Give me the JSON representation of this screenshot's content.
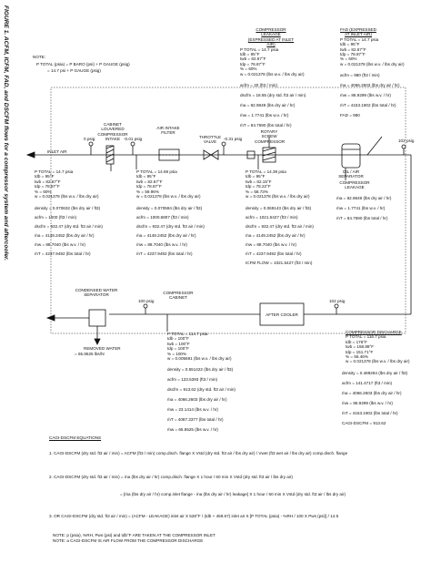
{
  "figure_title": "FIGURE 1. ACFM, ICFM, FAD, and DSCFM flows for a compressor system and aftercooler.",
  "note": {
    "label": "NOTE:",
    "line1": "P TOTAL (psia) = P BARO (psi) + P GAUGE (psig)",
    "line2": "= 14.7 psi + P GAUGE (psig)"
  },
  "components": {
    "cabinet_intake": "CABINET LOUVERED COMPRESSOR INTAKE",
    "air_intake_filter": "AIR INTAKE FILTER",
    "throttle_valve": "THROTTLE VALVE",
    "rotary_compressor": "ROTARY SCREW COMPRESSOR",
    "oil_separator": "OIL / AIR SEPARATOR",
    "inlet_air": "INLET AIR",
    "after_cooler": "AFTER COOLER",
    "compressor_cabinet": "COMPRESSOR CABINET",
    "water_separator": "CONDENSED WATER SEPARATOR",
    "removed_water": "REMOVED WATER",
    "removed_water_value": "= 65.8525 lbs/hr"
  },
  "pressures": {
    "p0": "0 psig",
    "p1": "-0.01 psig",
    "p2": "-0.31 psig",
    "p3": "102 psig",
    "p4": "100 psig",
    "p5": "102 psig"
  },
  "state_inlet": {
    "lines": [
      "P TOTAL = 14.7 psia",
      "tdb = 95°F",
      "twb = 82.67°F",
      "tdp = 78.87°F",
      "% = 60%",
      "w = 0.021378 (lbs w.v. / lbs dry air)"
    ],
    "calcs": [
      "density = 0.070632 (lbs dry air / ft3)",
      "acfm = 1000 (ft3 / min)",
      "dscfm = 932.47 (dry std. ft3 air / min)",
      "ṁa = 4149.2452 (lbs dry air / hr)",
      "ṁw = 88.7040 (lbs w.v. / hr)",
      "ṁT = 4237.9492 (lbs total / hr)"
    ]
  },
  "state_filter": {
    "lines": [
      "P TOTAL = 14.69 psia",
      "tdb = 95°F",
      "twb = 82.67°F",
      "tdp = 78.87°F",
      "% = 59.96%",
      "w = 0.021378 (lbs w.v. / lbs dry air)"
    ],
    "calcs": [
      "density = 0.070584 (lbs dry air / ft3)",
      "acfm = 1000.6807 (ft3 / min)",
      "dscfm = 932.47 (dry std. ft3 air / min)",
      "ṁa = 4149.2452 (lbs dry air / hr)",
      "ṁw = 88.7040 (lbs w.v. / hr)",
      "ṁT = 4237.9492 (lbs total / hr)"
    ]
  },
  "state_compressor": {
    "lines": [
      "P TOTAL = 14.39 psia",
      "tdb = 95°F",
      "twb = 82.15°F",
      "tdp = 78.22°F",
      "% = 58.73%",
      "w = 0.021378 (lbs w.v. / lbs dry air)"
    ],
    "calcs": [
      "density = 0.069143 (lbs dry air / ft3)",
      "acfm = 1021.5427 (ft3 / min)",
      "dscfm = 932.47 (dry std. ft3 air / min)",
      "ṁa = 4149.2452 (lbs dry air / hr)",
      "ṁw = 88.7040 (lbs w.v. / hr)",
      "ṁT = 4237.9492 (lbs total / hr)",
      "ICFM FLOW = 1021.5427 (ft3 / min)"
    ]
  },
  "leak_inlet": {
    "title": "COMPRESSOR LEAKAGE (EXPRESSED AT INLET AIR)",
    "lines": [
      "P TOTAL = 14.7 psia",
      "tdb = 95°F",
      "twb = 82.67°F",
      "tdp = 78.87°F",
      "% = 60%",
      "w = 0.021378 (lbs w.v. / lbs dry air)"
    ],
    "calcs": [
      "acfm = 20 (ft3 / min)",
      "dscfm = 18.65 (dry std. ft3 air / min)",
      "ṁa = 82.9849 (lbs dry air / hr)",
      "ṁw = 1.7741 (lbs w.v. / hr)",
      "ṁT = 84.7590 (lbs total / hr)"
    ]
  },
  "fad": {
    "title": "FAD (EXPRESSED AT INLET AIR)",
    "lines": [
      "P TOTAL = 14.7 psia",
      "tdb = 95°F",
      "twb = 82.67°F",
      "tdp = 78.87°F",
      "% = 60%",
      "w = 0.021378 (lbs w.v. / lbs dry air)"
    ],
    "calcs": [
      "acfm = 980 (ft3 / min)",
      "ṁa = 4066.2603 (lbs dry air / hr)",
      "ṁw = 86.9299 (lbs w.v. / hr)",
      "ṁT = 4153.1902 (lbs total / hr)",
      "FAD = 980"
    ]
  },
  "leak_right": {
    "title": "COMPRESSOR LEAKAGE",
    "calcs": [
      "ṁa = 82.9849 (lbs dry air / hr)",
      "ṁw = 1.7741 (lbs w.v. / hr)",
      "ṁT = 84.7590 (lbs total / hr)"
    ]
  },
  "state_cabinet": {
    "lines": [
      "P TOTAL = 114.7 psia",
      "tdb = 100°F",
      "twb = 100°F",
      "tdp = 100°F",
      "% = 100%",
      "w = 0.005691 (lbs w.v. / lbs dry air)"
    ],
    "calcs": [
      "density = 0.551422 (lbs dry air / ft3)",
      "acfm = 123.5393 (ft3 / min)",
      "dscfm = 913.62 (dry std. ft3 air / min)",
      "ṁa = 4066.2603 (lbs dry air / hr)",
      "ṁw = 23.1414 (lbs w.v. / hr)",
      "ṁT = 4087.3377 (lbs total / hr)",
      "ṁw = 65.8525 (lbs w.v. / hr)"
    ]
  },
  "discharge": {
    "title": "COMPRESSOR DISCHARGE",
    "lines": [
      "P TOTAL = 116.7 psia",
      "tdb = 176°F",
      "twb = 158.88°F",
      "tdp = 151.71°F",
      "% = 56.46%",
      "w = 0.021378 (lbs w.v. / lbs dry air)"
    ],
    "calcs": [
      "density = 0.489284 (lbs dry air / ft3)",
      "acfm = 141.4717 (ft3 / min)",
      "ṁa = 4066.2603 (lbs dry air / hr)",
      "ṁw = 86.9299 (lbs w.v. / hr)",
      "ṁT = 4153.1902 (lbs total / hr)",
      "CAGI-DSCFM = 913.62"
    ]
  },
  "equations": {
    "title": "CAGI-DSCFM EQUATIONS",
    "eq1": "1. CAGI-DSCFM (dry std. ft3 air / min) = ACFM (ft3 / min) comp.disch. flange X Vstd (dry std. ft3 air / lbs dry air) / Vwet (ft3 wet air / lbs dry air) comp.disch. flange",
    "eq2": "2. CAGI-DSCFM (dry std. ft3 air / min) = ṁa (lbs dry air / hr) comp.disch. flange X 1 hour / 60 min X Vstd (dry std. ft3 air / lbs dry air)",
    "eq2b": "= [ṁa (lbs dry air / hr) comp.inlet flange - ṁa (lbs dry air / hr) leakage] X 1 hour / 60 min X Vstd (dry std. ft3 air / lbs dry air)",
    "eq3": "3. OR CAGI-DSCFM (dry std. ft3 air / min) = (ACFM - LEAKAGE) inlet air X 528°F / (tdb + 459.67) inlet air X [P TOTAL (psia) - %RH / 100 X Pws (psi)] / 14.5",
    "note1": "NOTE: p (psia), %RH, Pws (psi) and tdb°F ARE TAKEN AT THE COMPRESSOR INLET",
    "note2": "NOTE: a CAGI-DSCFM IS AIR FLOW FROM THE COMPRESSOR DISCHARGE"
  }
}
